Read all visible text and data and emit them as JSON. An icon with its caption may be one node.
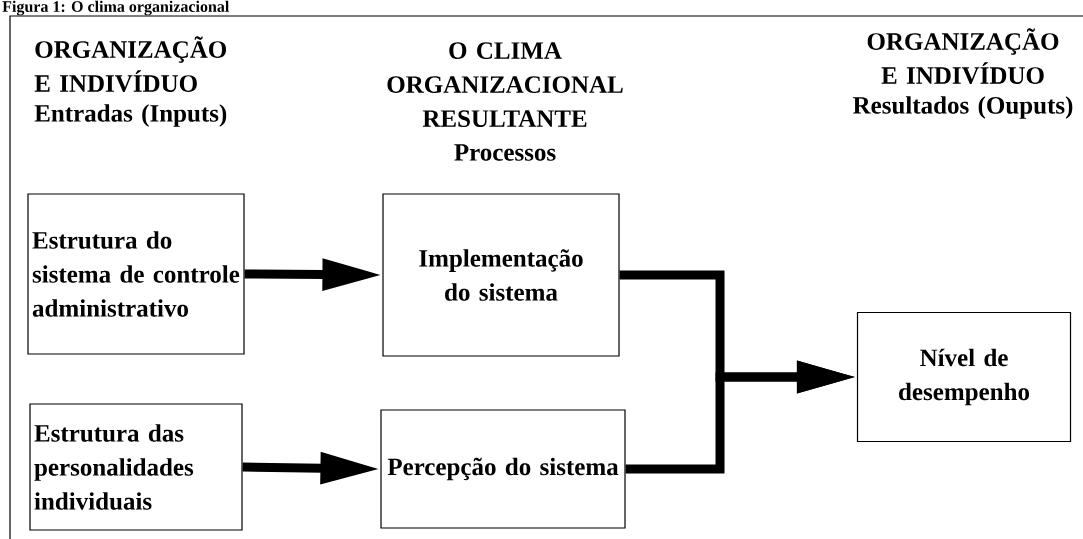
{
  "diagram": {
    "title": "Figura 1: O clima organizacional",
    "nodes": [
      {
        "text": [
          "Estrutura do sistema de controle administrativo"
        ]
      },
      {
        "text": [
          "Implementação do sistema"
        ]
      },
      {
        "text": [
          "Estrutura das personalidades individuais"
        ]
      },
      {
        "text": [
          "Percepção do sistema"
        ]
      },
      {
        "text": [
          "Nível de desempenho"
        ]
      }
    ],
    "edges": [
      {
        "from": 0,
        "to": 1,
        "arrow": "to"
      },
      {
        "from": 2,
        "to": 3,
        "arrow": "to"
      },
      {
        "from": 1,
        "to": 4,
        "arrow": "to"
      },
      {
        "from": 3,
        "to": 4,
        "arrow": "to"
      }
    ],
    "labels": [
      "ORGANIZAÇÃO E INDIVÍDUO",
      "Entradas (Inputs)",
      "O CLIMA ORGANIZACIONAL RESULTANTE",
      "Processos",
      "ORGANIZAÇÃO E INDIVÍDUO",
      "Resultados (Ouputs)"
    ]
  }
}
